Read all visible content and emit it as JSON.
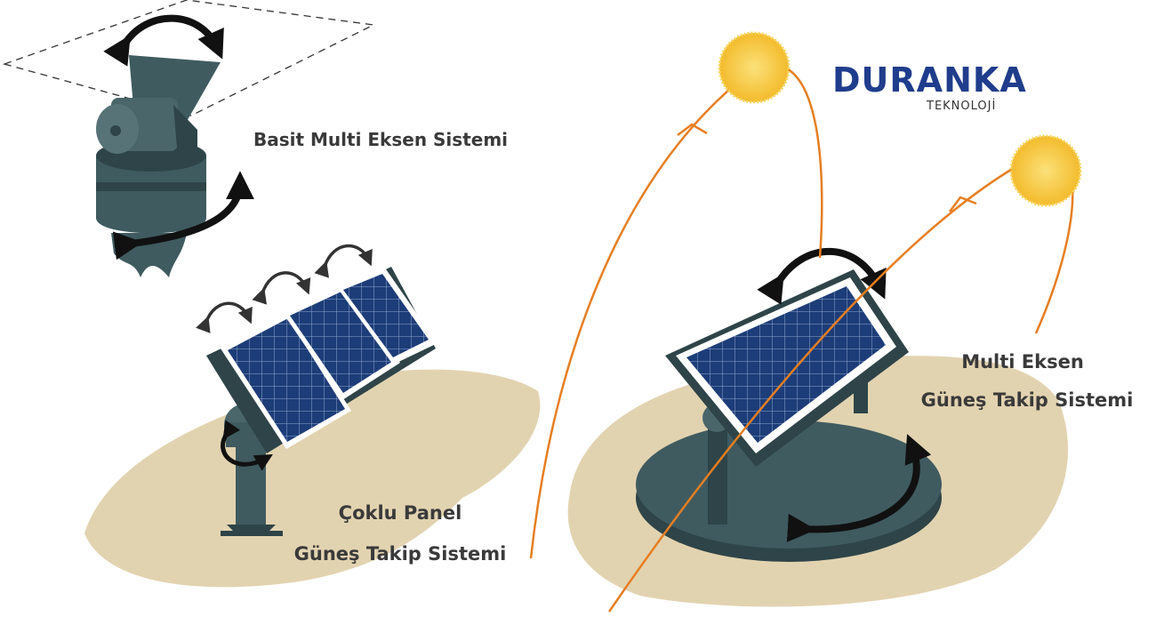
{
  "logo": {
    "word": "DURANKA",
    "sub": "TEKNOLOJİ",
    "word_color": "#1f3d8c",
    "sub_color": "#333333"
  },
  "labels": {
    "simple_system": "Basit Multi Eksen Sistemi",
    "multi_panel_line1": "Çoklu Panel",
    "multi_panel_line2": "Güneş Takip Sistemi",
    "multi_axis_line1": "Multi Eksen",
    "multi_axis_line2": "Güneş Takip Sistemi"
  },
  "colors": {
    "ground": "#e2d3b0",
    "mount": "#3f5b60",
    "mount_dark": "#2e4448",
    "panel_cell": "#1f3f7a",
    "panel_frame": "#ffffff",
    "arrow": "#111111",
    "sun_path": "#e67e22",
    "sun": "#f6c63b",
    "text": "#3a3a3a"
  },
  "icons": [
    "rotation-arrow-icon",
    "sun-icon",
    "solar-panel-icon"
  ]
}
